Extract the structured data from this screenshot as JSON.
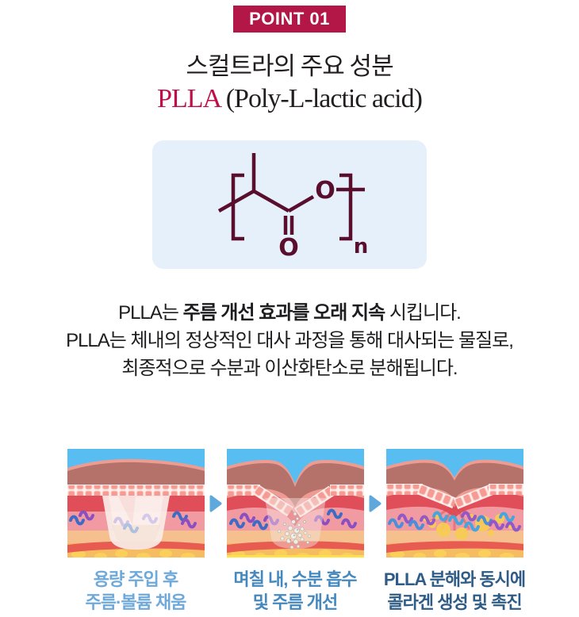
{
  "badge": {
    "label": "POINT 01"
  },
  "title": {
    "line1": "스컬트라의 주요 성분",
    "line2_highlight": "PLLA",
    "line2_rest": " (Poly-L-lactic acid)"
  },
  "molecule": {
    "name": "PLLA repeating unit structure",
    "ester_oxygen": "O",
    "carbonyl_oxygen": "O",
    "repeat_index": "n"
  },
  "paragraph": {
    "line1_pre": "PLLA는 ",
    "line1_bold": "주름 개선 효과를 오래 지속",
    "line1_post": " 시킵니다.",
    "line2": "PLLA는 체내의 정상적인 대사 과정을 통해 대사되는 물질로,",
    "line3": "최종적으로 수분과 이산화탄소로 분해됩니다."
  },
  "steps": [
    {
      "caption": [
        "용량 주입 후",
        "주름·볼륨 채움"
      ],
      "illustration": "skin-cross-section-filler-volume",
      "caption_color": "#6FA9D9"
    },
    {
      "caption": [
        "며칠 내, 수분 흡수",
        "및 주름 개선"
      ],
      "illustration": "skin-cross-section-particle-dispersion",
      "caption_color": "#4588BE"
    },
    {
      "caption": [
        "PLLA 분해와 동시에",
        "콜라겐 생성 및 촉진"
      ],
      "illustration": "skin-cross-section-collagen-formation",
      "caption_color": "#2E5C87"
    }
  ],
  "colors": {
    "badge_bg": "#B21747",
    "title_highlight": "#C00D4A",
    "molecule_box_bg": "#E5F0FA",
    "molecule_stroke": "#5A0E2E",
    "arrow_blue": "#5FA8DB"
  }
}
